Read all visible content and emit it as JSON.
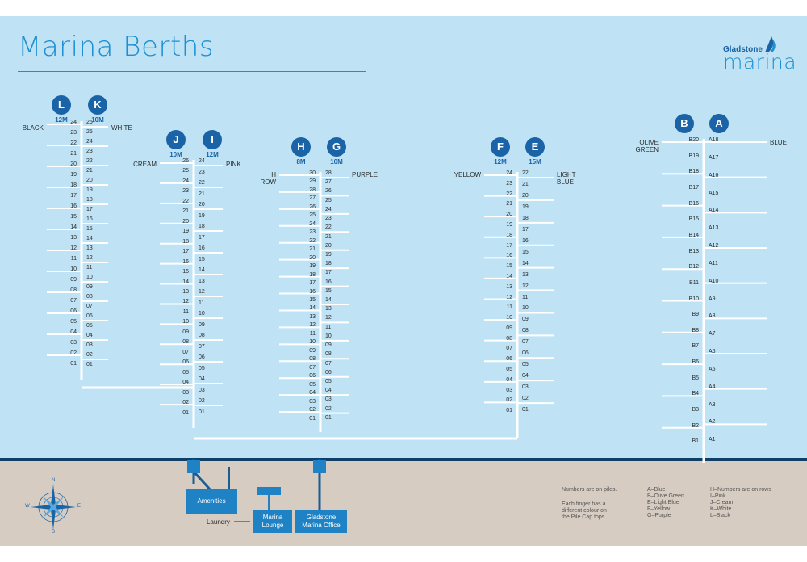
{
  "title": "Marina Berths",
  "logo": {
    "small": "Gladstone",
    "big": "marina"
  },
  "colors": {
    "sky": "#bfe3f5",
    "ground": "#d6ccc2",
    "accent": "#1e8fd0",
    "badge": "#1a63a6",
    "building": "#1e82c4",
    "shore": "#0f3e66"
  },
  "arms": [
    {
      "id": "L",
      "length": "12M",
      "label": "BLACK",
      "side": "left",
      "piles": [
        "24",
        "23",
        "22",
        "21",
        "20",
        "19",
        "18",
        "17",
        "16",
        "15",
        "14",
        "13",
        "12",
        "11",
        "10",
        "09",
        "08",
        "07",
        "06",
        "05",
        "04",
        "03",
        "02",
        "01"
      ]
    },
    {
      "id": "K",
      "length": "10M",
      "label": "WHITE",
      "side": "right",
      "piles": [
        "26",
        "25",
        "24",
        "23",
        "22",
        "21",
        "20",
        "19",
        "18",
        "17",
        "16",
        "15",
        "14",
        "13",
        "12",
        "11",
        "10",
        "09",
        "08",
        "07",
        "06",
        "05",
        "04",
        "03",
        "02",
        "01"
      ]
    },
    {
      "id": "J",
      "length": "10M",
      "label": "CREAM",
      "side": "left",
      "piles": [
        "26",
        "25",
        "24",
        "23",
        "22",
        "21",
        "20",
        "19",
        "18",
        "17",
        "16",
        "15",
        "14",
        "13",
        "12",
        "11",
        "10",
        "09",
        "08",
        "07",
        "06",
        "05",
        "04",
        "03",
        "02",
        "01"
      ]
    },
    {
      "id": "I",
      "length": "12M",
      "label": "PINK",
      "side": "right",
      "piles": [
        "24",
        "23",
        "22",
        "21",
        "20",
        "19",
        "18",
        "17",
        "16",
        "15",
        "14",
        "13",
        "12",
        "11",
        "10",
        "09",
        "08",
        "07",
        "06",
        "05",
        "04",
        "03",
        "02",
        "01"
      ]
    },
    {
      "id": "H",
      "length": "8M",
      "label": "H\nROW",
      "side": "left",
      "piles": [
        "30",
        "29",
        "28",
        "27",
        "26",
        "25",
        "24",
        "23",
        "22",
        "21",
        "20",
        "19",
        "18",
        "17",
        "16",
        "15",
        "14",
        "13",
        "12",
        "11",
        "10",
        "09",
        "08",
        "07",
        "06",
        "05",
        "04",
        "03",
        "02",
        "01"
      ]
    },
    {
      "id": "G",
      "length": "10M",
      "label": "PURPLE",
      "side": "right",
      "piles": [
        "28",
        "27",
        "26",
        "25",
        "24",
        "23",
        "22",
        "21",
        "20",
        "19",
        "18",
        "17",
        "16",
        "15",
        "14",
        "13",
        "12",
        "11",
        "10",
        "09",
        "08",
        "07",
        "06",
        "05",
        "04",
        "03",
        "02",
        "01"
      ]
    },
    {
      "id": "F",
      "length": "12M",
      "label": "YELLOW",
      "side": "left",
      "piles": [
        "24",
        "23",
        "22",
        "21",
        "20",
        "19",
        "18",
        "17",
        "16",
        "15",
        "14",
        "13",
        "12",
        "11",
        "10",
        "09",
        "08",
        "07",
        "06",
        "05",
        "04",
        "03",
        "02",
        "01"
      ]
    },
    {
      "id": "E",
      "length": "15M",
      "label": "LIGHT\nBLUE",
      "side": "right",
      "piles": [
        "22",
        "21",
        "20",
        "19",
        "18",
        "17",
        "16",
        "15",
        "14",
        "13",
        "12",
        "11",
        "10",
        "09",
        "08",
        "07",
        "06",
        "05",
        "04",
        "03",
        "02",
        "01"
      ]
    },
    {
      "id": "B",
      "length": "",
      "label": "OLIVE\nGREEN",
      "side": "left",
      "piles": [
        "B20",
        "B19",
        "B18",
        "B17",
        "B16",
        "B15",
        "B14",
        "B13",
        "B12",
        "B11",
        "B10",
        "B9",
        "B8",
        "B7",
        "B6",
        "B5",
        "B4",
        "B3",
        "B2",
        "B1"
      ]
    },
    {
      "id": "A",
      "length": "",
      "label": "BLUE",
      "side": "right",
      "piles": [
        "A18",
        "A17",
        "A16",
        "A15",
        "A14",
        "A13",
        "A12",
        "A11",
        "A10",
        "A9",
        "A8",
        "A7",
        "A6",
        "A5",
        "A4",
        "A3",
        "A2",
        "A1"
      ]
    }
  ],
  "buildings": {
    "amenities": "Amenities",
    "lounge": "Marina\nLounge",
    "office": "Gladstone\nMarina Office",
    "laundry": "Laundry"
  },
  "compass": {
    "n": "N",
    "s": "S",
    "e": "E",
    "w": "W"
  },
  "notes": {
    "n1": "Numbers are on piles.",
    "n2": "Each finger has a\ndifferent colour on\nthe Pile Cap tops.",
    "key1": "A–Blue\nB–Olive Green\nE–Light Blue\nF–Yellow\nG–Purple",
    "key2": "H–Numbers are on rows\nI–Pink\nJ–Cream\nK–White\nL–Black"
  }
}
